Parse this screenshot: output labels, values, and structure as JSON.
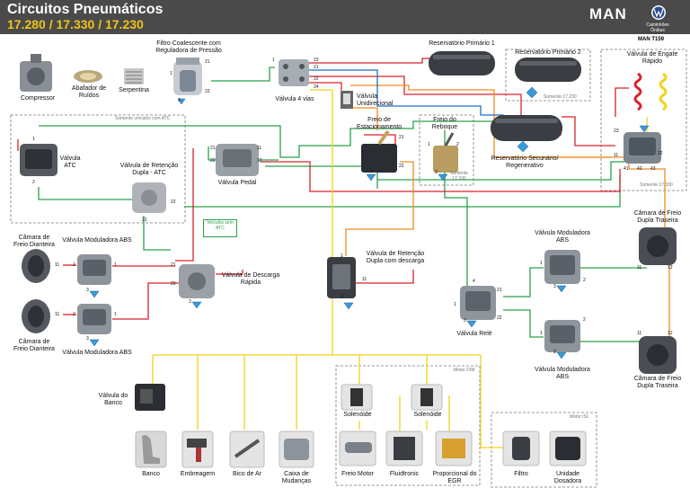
{
  "header": {
    "title": "Circuitos Pneumáticos",
    "subtitle": "17.280 / 17.330 / 17.230",
    "brand": "MAN",
    "partner": "Caminhões Ônibus",
    "model": "MAN T159"
  },
  "notes": {
    "atc_only": "Somente veículos com ATC",
    "somente_17230": "Somente 17.230",
    "somente_17330_a": "Somente 17.330",
    "somente_17330_b": "Somente 17.330",
    "sem_atc": "Veículos sem ATC",
    "motor_d08": "Motor D08",
    "motor_isl": "Motor ISL"
  },
  "components": {
    "compressor": "Compressor",
    "abafador": "Abafador de Ruídos",
    "serpentina": "Serpentina",
    "filtro": "Filtro Coalescente com Reguladora de Pressão",
    "valvula4": "Válvula 4 vias",
    "unidirecional": "Válvula Unidirecional",
    "res_prim1": "Reservatório Primário 1",
    "res_prim2": "Reservatório Primário 2",
    "engate": "Válvula de Engate Rápido",
    "atc": "Válvula ATC",
    "retencao_atc": "Válvula de Retenção Dupla - ATC",
    "pedal": "Válvula Pedal",
    "freio_estac": "Freio de Estacionamento",
    "freio_reboque": "Freio do Reboque",
    "res_sec": "Reservatório Secunário/ Regenerativo",
    "camara_diant1": "Câmara de Freio Dianteira",
    "camara_diant2": "Câmara de Freio Dianteira",
    "abs_diant1": "Válvula Moduladora ABS",
    "abs_diant2": "Válvula Moduladora ABS",
    "descarga": "Válvula de Descarga Rápida",
    "retencao_desc": "Válvula de Retenção Dupla com descarga",
    "rele": "Válvula Relé",
    "abs_tras1": "Válvula Moduladora ABS",
    "abs_tras2": "Válvula Moduladora ABS",
    "camara_tras1": "Câmara de Freio Dupla Traseira",
    "camara_tras2": "Câmara de Freio Dupla Traseira",
    "valv_banco": "Válvula do Banco",
    "banco": "Banco",
    "embreagem": "Embreagem",
    "bico": "Bico de Ar",
    "caixa": "Caixa de Mudanças",
    "solenoide1": "Solenóide",
    "solenoide2": "Solenóide",
    "freio_motor": "Freio Motor",
    "fluidtronic": "Fluidtronic",
    "egr": "Proporcional do EGR",
    "filtro_isl": "Filtro",
    "dosadora": "Unidade Dosadora"
  },
  "ports": {
    "p1": "1",
    "p2": "2",
    "p3": "3",
    "p4": "4",
    "p11": "11",
    "p12": "12",
    "p21": "21",
    "p22": "22",
    "p23": "23",
    "p24": "24",
    "p41": "41",
    "p42": "42",
    "p43": "43"
  },
  "colors": {
    "header_bg": "#4a4a4a",
    "title": "#ffffff",
    "subtitle": "#f0c419",
    "circuit_green": "#2aa04a",
    "circuit_red": "#d8232a",
    "circuit_yellow": "#f2d21b",
    "circuit_orange": "#f08c1e",
    "circuit_blue": "#1f6fc2",
    "exhaust_marker": "#3a9ad9"
  }
}
